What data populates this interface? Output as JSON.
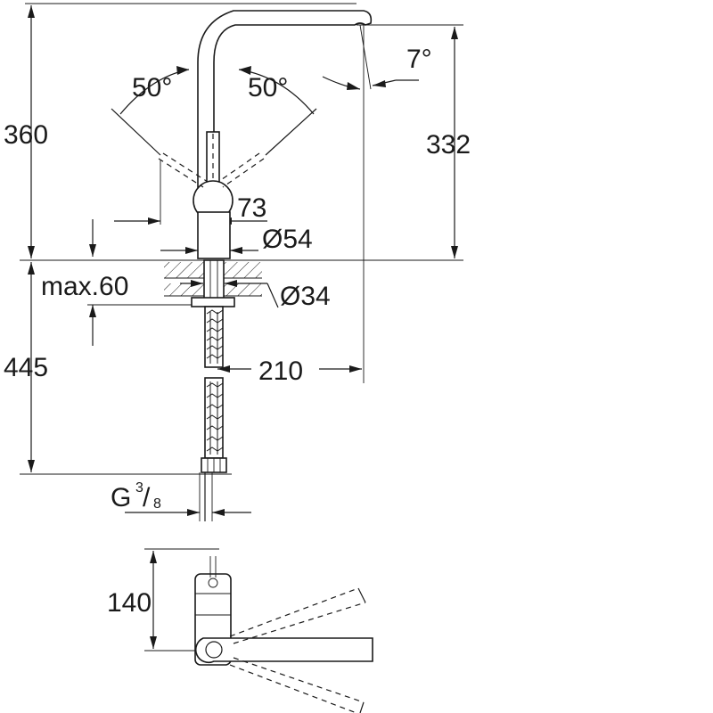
{
  "dimensions": {
    "total_height": "360",
    "spout_height": "332",
    "swivel_angle": "7°",
    "lever_angle_left": "50°",
    "lever_angle_right": "50°",
    "lever_offset": "73",
    "base_diameter": "Ø54",
    "max_thickness": "max.60",
    "hole_diameter": "Ø34",
    "hose_length": "445",
    "spout_reach": "210",
    "connection_g": "G",
    "connection_num": "3",
    "connection_den": "8",
    "top_view_depth": "140"
  },
  "colors": {
    "line": "#1a1a1a",
    "background": "#ffffff"
  }
}
